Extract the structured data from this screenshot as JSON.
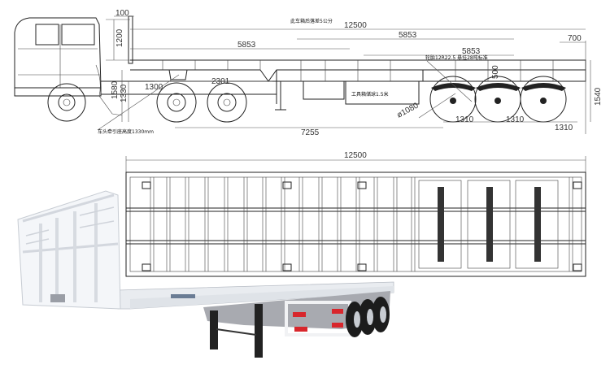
{
  "side_view": {
    "dimensions": {
      "headboard_offset": "100",
      "headboard_height": "1200",
      "overall_length": "12500",
      "section_a": "5853",
      "section_b": "5853",
      "section_c": "5853",
      "rear_overhang": "700",
      "height_1580": "1580",
      "height_1330": "1330",
      "kingpin_1300": "1300",
      "tractor_2301": "2301",
      "suspension_500": "500",
      "total_height": "1540",
      "kingpin_to_axle": "7255",
      "axle_spacing_1": "1310",
      "axle_spacing_2": "1310",
      "axle_rear": "1310",
      "tire_diameter": "ø1080"
    },
    "notes": {
      "rear_drop": "此车箱后落差5公分",
      "tire_suspension": "轮胎12R22.5 悬挂28吨标准",
      "toolbox": "工具箱储球1.5米",
      "fifth_wheel_height": "车头牵引座高度1330mm"
    }
  },
  "top_view": {
    "dimensions": {
      "overall_length": "12500"
    }
  },
  "colors": {
    "line": "#222222",
    "trailer_body": "#f2f4f7",
    "reflector_red": "#d8262c",
    "tire": "#1c1c1c"
  }
}
